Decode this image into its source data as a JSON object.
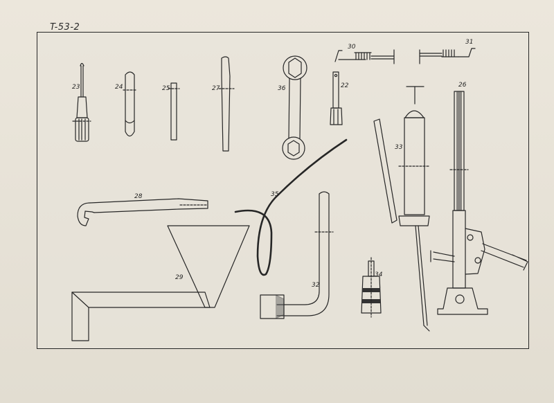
{
  "sheet": {
    "code": "T-53-2"
  },
  "parts": [
    {
      "key": "p23",
      "number": "23"
    },
    {
      "key": "p24",
      "number": "24"
    },
    {
      "key": "p25",
      "number": "25"
    },
    {
      "key": "p27",
      "number": "27"
    },
    {
      "key": "p36",
      "number": "36"
    },
    {
      "key": "p22",
      "number": "22"
    },
    {
      "key": "p30",
      "number": "30"
    },
    {
      "key": "p31",
      "number": "31"
    },
    {
      "key": "p26",
      "number": "26"
    },
    {
      "key": "p33",
      "number": "33"
    },
    {
      "key": "p28",
      "number": "28"
    },
    {
      "key": "p35",
      "number": "35"
    },
    {
      "key": "p29",
      "number": "29"
    },
    {
      "key": "p32",
      "number": "32"
    },
    {
      "key": "p34",
      "number": "34"
    }
  ],
  "colors": {
    "ink": "#262626",
    "paper": "#e9e4d9"
  }
}
